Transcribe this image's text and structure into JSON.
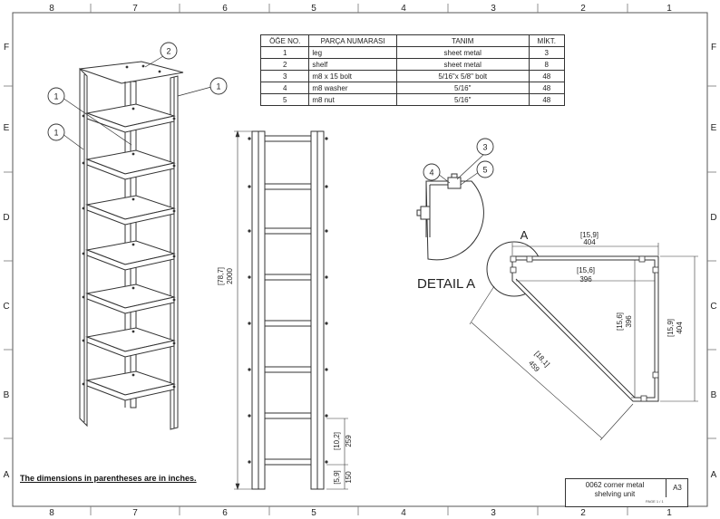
{
  "sheet": {
    "columns_top": [
      "8",
      "7",
      "6",
      "5",
      "4",
      "3",
      "2",
      "1"
    ],
    "columns_bottom": [
      "8",
      "7",
      "6",
      "5",
      "4",
      "3",
      "2",
      "1"
    ],
    "rows_left": [
      "F",
      "E",
      "D",
      "C",
      "B",
      "A"
    ],
    "rows_right": [
      "F",
      "E",
      "D",
      "C",
      "B",
      "A"
    ]
  },
  "bom": {
    "headers": [
      "ÖĞE NO.",
      "PARÇA NUMARASI",
      "TANIM",
      "MİKT."
    ],
    "rows": [
      [
        "1",
        "leg",
        "sheet metal",
        "3"
      ],
      [
        "2",
        "shelf",
        "sheet metal",
        "8"
      ],
      [
        "3",
        "m8 x 15 bolt",
        "5/16\"x 5/8\" bolt",
        "48"
      ],
      [
        "4",
        "m8 washer",
        "5/16\"",
        "48"
      ],
      [
        "5",
        "m8 nut",
        "5/16\"",
        "48"
      ]
    ]
  },
  "balloons": {
    "iso": [
      "2",
      "1",
      "1",
      "1"
    ],
    "detail": [
      "3",
      "4",
      "5"
    ]
  },
  "detail_label": "DETAIL A",
  "detail_ref": "A",
  "dimensions": {
    "total_height_in": "[78,7]",
    "total_height_mm": "2000",
    "shelf_pitch_in": "[10,2]",
    "shelf_pitch_mm": "259",
    "bottom_in": "[5,9]",
    "bottom_mm": "150",
    "outer_width_in": "[15,9]",
    "outer_width_mm": "404",
    "inner_width_in": "[15,6]",
    "inner_width_mm": "396",
    "inner_depth_in": "[15,6]",
    "inner_depth_mm": "396",
    "outer_depth_in": "[15,9]",
    "outer_depth_mm": "404",
    "diagonal_in": "[18,1]",
    "diagonal_mm": "459"
  },
  "note": "The dimensions in parentheses are in inches.",
  "title_block": {
    "title_line1": "0062 corner metal",
    "title_line2": "shelving unit",
    "size": "A3",
    "page": "PAGE 1 / 1"
  }
}
